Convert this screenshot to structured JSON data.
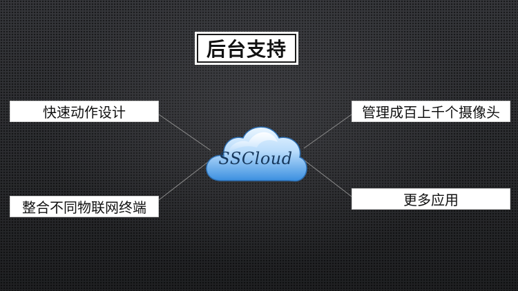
{
  "title": "后台支持",
  "center": {
    "label": "SSCloud"
  },
  "features": {
    "top_left": "快速动作设计",
    "bottom_left": "整合不同物联网终端",
    "top_right": "管理成百上千个摄像头",
    "bottom_right": "更多应用"
  },
  "colors": {
    "background": "#2a2b2e",
    "cloud_light": "#d8eeff",
    "cloud_dark": "#3a8fe0",
    "box_fill": "#ffffff"
  },
  "icons": {
    "center": "cloud-icon"
  }
}
